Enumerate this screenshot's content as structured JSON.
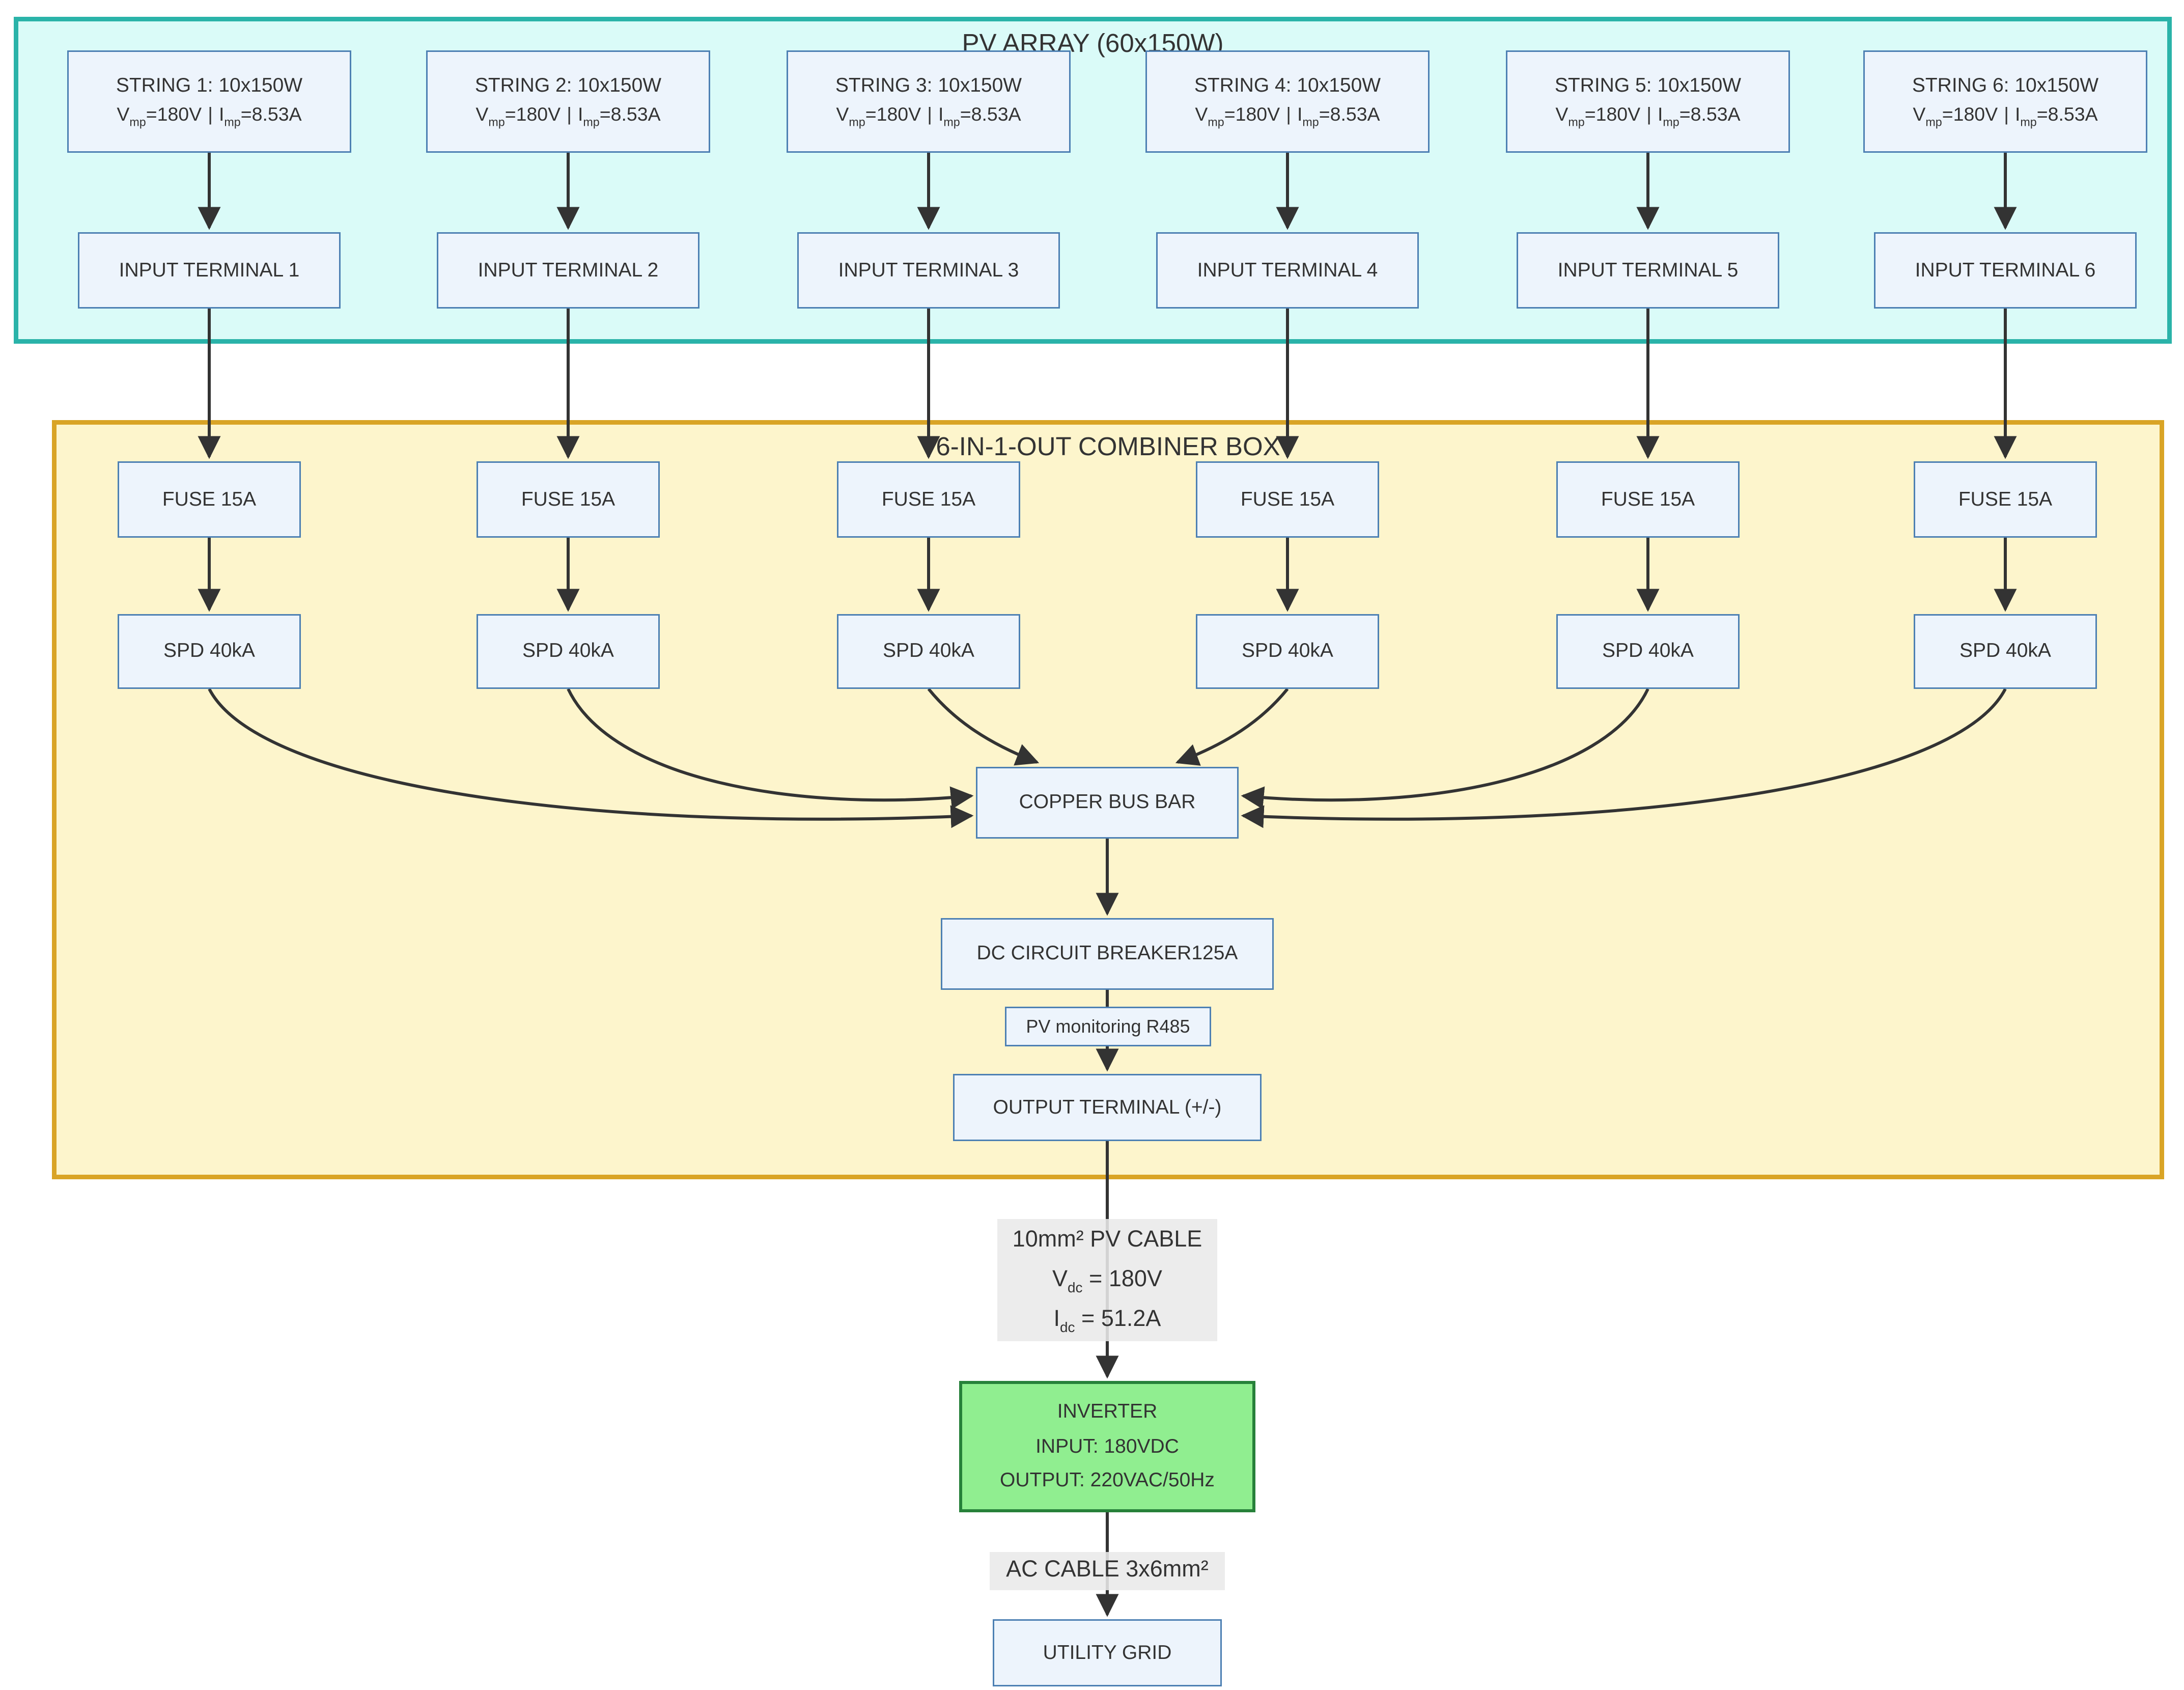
{
  "colors": {
    "canvas-bg": "#ffffff",
    "pv-fill": "#dafbf8",
    "pv-border": "#2ab3a9",
    "cb-fill": "#fdf5cc",
    "cb-border": "#d9a426",
    "node-fill": "#edf4fc",
    "node-border": "#4d80b3",
    "inv-fill": "#90ee90",
    "inv-border": "#27813a",
    "label-bg": "#e9e9e9",
    "arrow": "#333333",
    "text": "#333333"
  },
  "pv_array": {
    "title": "PV ARRAY (60x150W)",
    "strings": [
      "STRING 1: 10x150W",
      "STRING 2: 10x150W",
      "STRING 3: 10x150W",
      "STRING 4: 10x150W",
      "STRING 5: 10x150W",
      "STRING 6: 10x150W"
    ],
    "string_spec": {
      "v": "V",
      "v_sub": "mp",
      "v_eq": "=180V",
      "sep": "|",
      "i": "I",
      "i_sub": "mp",
      "i_eq": "=8.53A"
    },
    "input_terminals": [
      "INPUT TERMINAL 1",
      "INPUT TERMINAL 2",
      "INPUT TERMINAL 3",
      "INPUT TERMINAL 4",
      "INPUT TERMINAL 5",
      "INPUT TERMINAL 6"
    ]
  },
  "combiner": {
    "title": "6-IN-1-OUT COMBINER BOX",
    "fuse_label": "FUSE 15A",
    "spd_label": "SPD 40kA",
    "bus_bar": "COPPER BUS BAR",
    "dc_breaker": "DC CIRCUIT BREAKER125A",
    "monitoring": "PV monitoring R485",
    "output_terminal": "OUTPUT TERMINAL (+/-)"
  },
  "dc_cable": {
    "title": "10mm² PV CABLE",
    "v": "V",
    "v_sub": "dc",
    "v_eq": " = 180V",
    "i": "I",
    "i_sub": "dc",
    "i_eq": " = 51.2A"
  },
  "inverter": {
    "line1": "INVERTER",
    "line2": "INPUT: 180VDC",
    "line3": "OUTPUT: 220VAC/50Hz"
  },
  "ac_cable": "AC CABLE 3x6mm²",
  "utility_grid": "UTILITY GRID"
}
